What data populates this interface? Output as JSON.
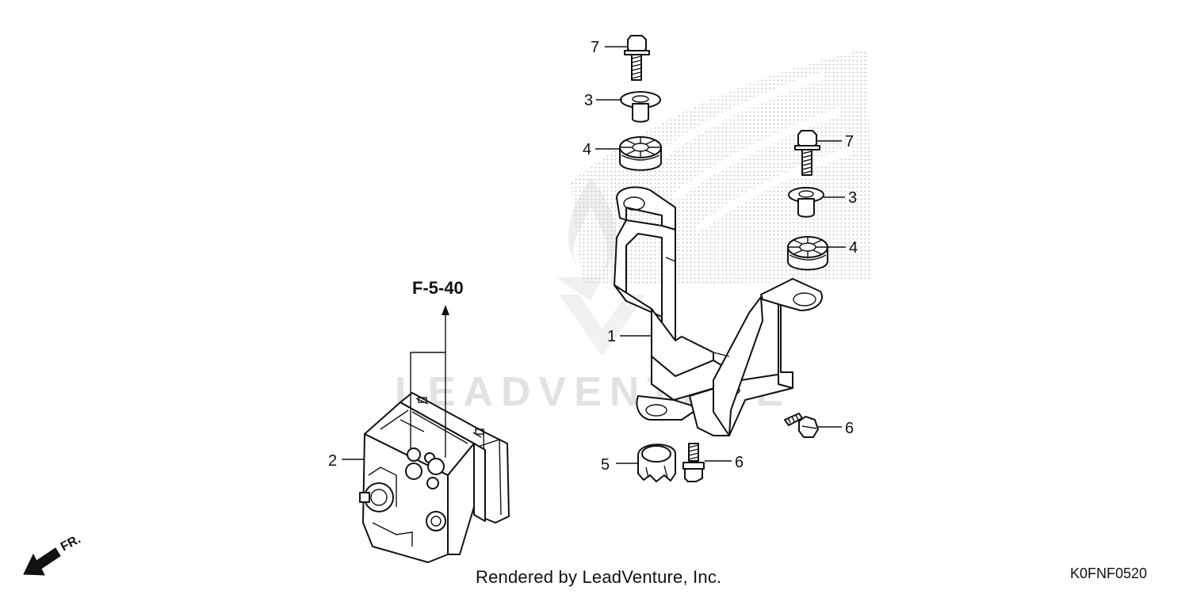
{
  "diagram": {
    "reference_label": "F-5-40",
    "front_label": "FR.",
    "watermark": "LEADVENTURE",
    "credit": "Rendered by LeadVenture, Inc.",
    "diagram_code": "K0FNF0520",
    "callouts": {
      "c1": "1",
      "c2": "2",
      "c3a": "3",
      "c3b": "3",
      "c4a": "4",
      "c4b": "4",
      "c5": "5",
      "c6a": "6",
      "c6b": "6",
      "c7a": "7",
      "c7b": "7"
    }
  }
}
